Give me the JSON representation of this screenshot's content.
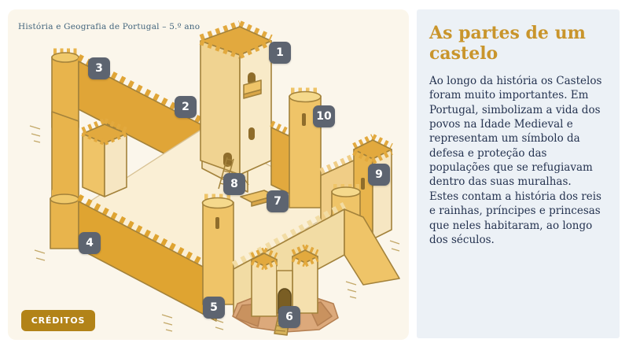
{
  "header": {
    "course_label": "História e Geografia de Portugal – 5.º ano"
  },
  "info_panel": {
    "title": "As partes de um castelo",
    "paragraphs": [
      "Ao longo da história os Castelos foram muito importantes. Em Portugal, simbolizam a vida dos povos na Idade Medieval e representam um símbolo da defesa e proteção das populações que se refugiavam dentro das suas muralhas.",
      "Estes contam a história dos reis e rainhas, príncipes e princesas que neles habitaram, ao longo dos séculos."
    ]
  },
  "diagram": {
    "badges": [
      {
        "label": "1"
      },
      {
        "label": "2"
      },
      {
        "label": "3"
      },
      {
        "label": "4"
      },
      {
        "label": "5"
      },
      {
        "label": "6"
      },
      {
        "label": "7"
      },
      {
        "label": "8"
      },
      {
        "label": "9"
      },
      {
        "label": "10"
      }
    ]
  },
  "credits": {
    "button_label": "CRÉDITOS"
  },
  "colors": {
    "card_bg": "#FBF6EB",
    "panel_bg": "#ECF1F6",
    "accent_gold": "#C9952C",
    "badge_bg": "#5D6470",
    "button_bg": "#B28318",
    "castle_gold_dark": "#E0A537",
    "castle_gold_mid": "#EFC468",
    "castle_cream": "#F8EAC8",
    "ground_brown": "#DCA97B"
  }
}
